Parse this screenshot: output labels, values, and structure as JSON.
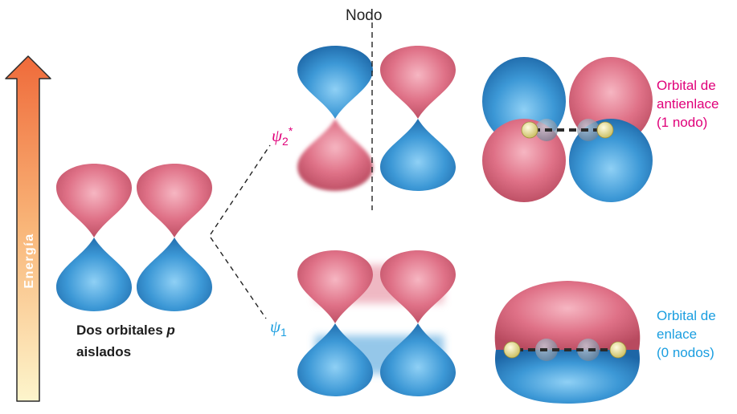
{
  "labels": {
    "node": "Nodo",
    "energy": "Energía",
    "psi2_symbol": "ψ",
    "psi2_sub": "2",
    "psi2_star": "*",
    "psi1_symbol": "ψ",
    "psi1_sub": "1",
    "isolated_line1_start": "Dos orbitales ",
    "isolated_line1_p": "p",
    "isolated_line2": "aislados",
    "antibonding_line1": "Orbital de",
    "antibonding_line2": "antienlace",
    "antibonding_line3": "(1 nodo)",
    "bonding_line1": "Orbital de",
    "bonding_line2": "enlace",
    "bonding_line3": "(0 nodos)"
  },
  "colors": {
    "pink_lobe": "#d9657b",
    "blue_lobe": "#2f8fd0",
    "magenta_text": "#e0007a",
    "cyan_text": "#1a9ee0",
    "arrow_top": "#ef6a3a",
    "arrow_bottom": "#fdf3c4",
    "atom": "#efe59c"
  }
}
